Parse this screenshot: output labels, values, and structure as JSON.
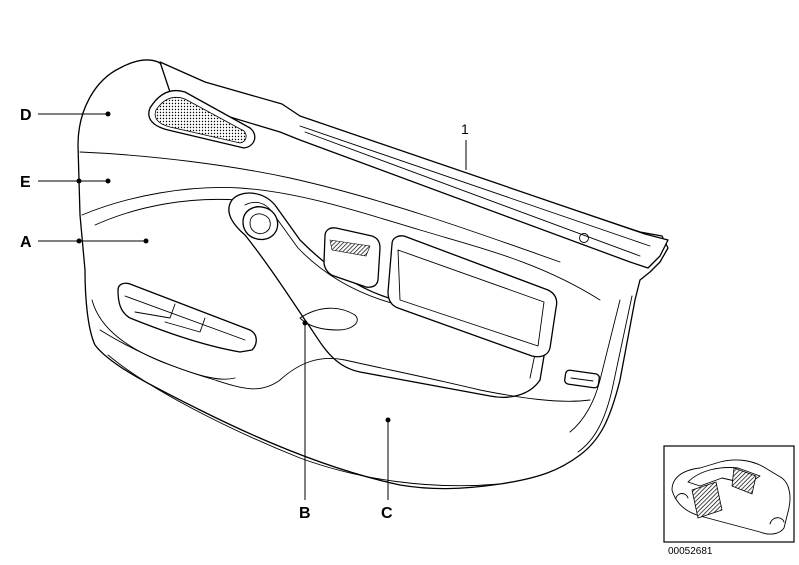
{
  "diagram": {
    "callouts": {
      "D": "D",
      "E": "E",
      "A": "A",
      "B": "B",
      "C": "C"
    },
    "part_number": "1",
    "diagram_id": "00052681"
  }
}
